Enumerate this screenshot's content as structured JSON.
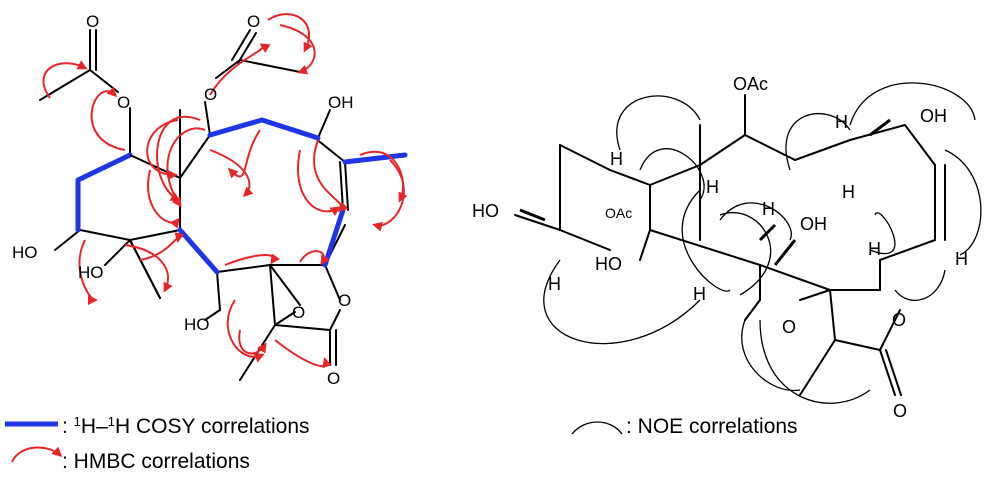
{
  "left_structure": {
    "atoms": {
      "acetoxy_carbonyl_o_left": "O",
      "acetoxy_carbonyl_o_top": "O",
      "ring_ether_o_left": "O",
      "ring_ether_o_top": "O",
      "hydroxyl_top": "OH",
      "hydroxyl_left": "HO",
      "hydroxyl_bottom": "HO",
      "hydroxyl_lower": "HO",
      "epoxide_o": "O",
      "lactone_o": "O",
      "lactone_carbonyl_o": "O"
    }
  },
  "right_structure": {
    "labels": {
      "oac_top": "OAc",
      "oac_mid": "OAc",
      "oh_top": "OH",
      "oh_mid": "OH",
      "ho_left": "HO",
      "ho_lower": "HO",
      "epoxide_o": "O",
      "lactone_o": "O",
      "lactone_carbonyl_o": "O",
      "hydrogens": [
        "H",
        "H",
        "H",
        "H",
        "H",
        "H",
        "H",
        "H",
        "H"
      ]
    }
  },
  "legend": {
    "cosy_label": ": ",
    "cosy_sup1": "1",
    "cosy_mid": "H–",
    "cosy_sup2": "1",
    "cosy_rest": "H COSY correlations",
    "hmbc_label": ": HMBC correlations",
    "noe_label": ": NOE correlations"
  },
  "colors": {
    "cosy": "#1e35e8",
    "hmbc": "#e8262a",
    "bond": "#000000",
    "noe": "#000000"
  }
}
